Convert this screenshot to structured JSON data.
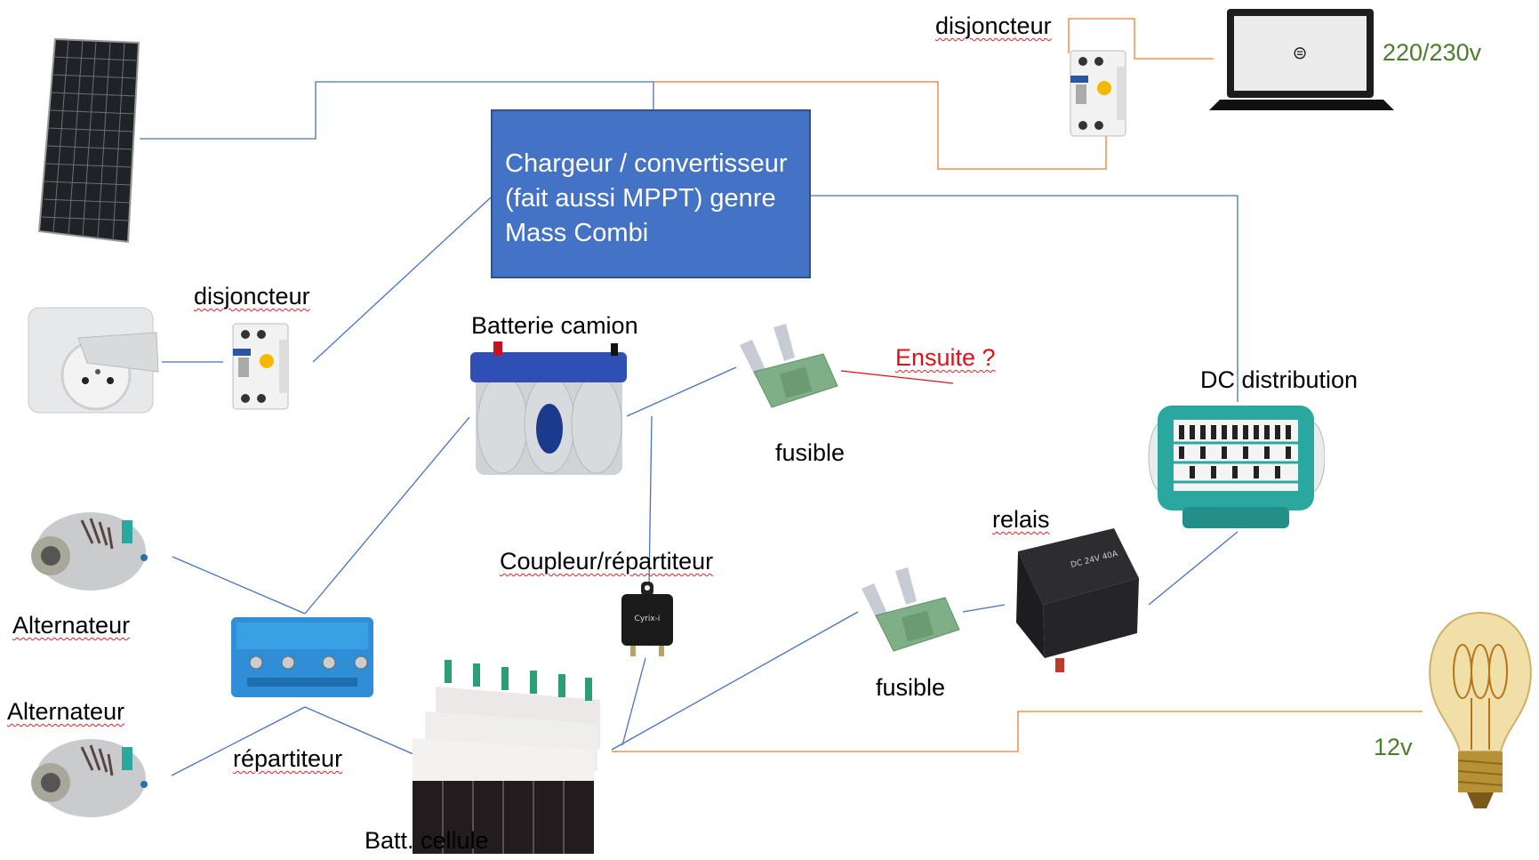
{
  "diagram": {
    "type": "electrical-wiring-diagram",
    "central_box": {
      "lines": [
        "Chargeur / convertisseur",
        "(fait aussi MPPT) genre",
        "Mass Combi"
      ],
      "fill": "#4472c4"
    },
    "labels": {
      "disjoncteur_top": "disjoncteur",
      "voltage_ac": "220/230v",
      "disjoncteur_left": "disjoncteur",
      "batterie_camion": "Batterie camion",
      "ensuite": "Ensuite ?",
      "fusible_top": "fusible",
      "dc_distribution": "DC distribution",
      "relais": "relais",
      "coupleur": "Coupleur/répartiteur",
      "alternateur_1": "Alternateur",
      "alternateur_2": "Alternateur",
      "repartiteur": "répartiteur",
      "fusible_bottom": "fusible",
      "voltage_dc": "12v",
      "batt_cellule": "Batt. cellule"
    },
    "components": [
      {
        "id": "solar-panel",
        "icon": "solar-panel-icon"
      },
      {
        "id": "breaker-top",
        "icon": "circuit-breaker-icon"
      },
      {
        "id": "laptop",
        "icon": "laptop-icon"
      },
      {
        "id": "power-outlet",
        "icon": "power-outlet-icon"
      },
      {
        "id": "breaker-left",
        "icon": "circuit-breaker-icon"
      },
      {
        "id": "truck-battery",
        "icon": "battery-icon"
      },
      {
        "id": "fuse-top",
        "icon": "fuse-icon"
      },
      {
        "id": "dc-distribution",
        "icon": "dc-distribution-icon"
      },
      {
        "id": "alternator-1",
        "icon": "alternator-icon"
      },
      {
        "id": "alternator-2",
        "icon": "alternator-icon"
      },
      {
        "id": "battery-isolator",
        "icon": "battery-isolator-icon"
      },
      {
        "id": "coupler",
        "icon": "battery-coupler-icon"
      },
      {
        "id": "cell-battery",
        "icon": "battery-bank-icon"
      },
      {
        "id": "fuse-bottom",
        "icon": "fuse-icon"
      },
      {
        "id": "relay",
        "icon": "relay-icon"
      },
      {
        "id": "light-bulb",
        "icon": "light-bulb-icon"
      }
    ],
    "wire_colors": {
      "dc": "#4472c4",
      "ac": "#ed7d31",
      "note": "#e0101a"
    }
  }
}
